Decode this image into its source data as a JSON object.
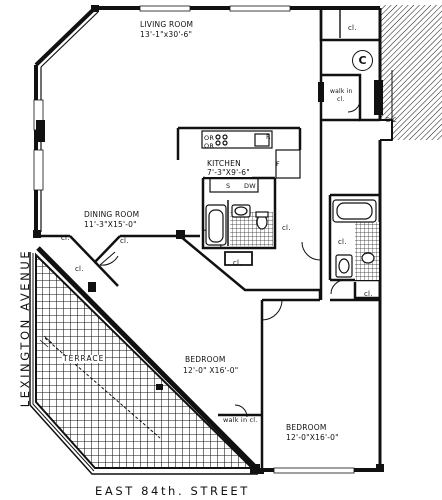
{
  "rooms": {
    "living_room": {
      "name": "LIVING ROOM",
      "dims": "13'-1\"x30'-6\""
    },
    "kitchen": {
      "name": "KITCHEN",
      "dims": "7'-3\"X9'-6\""
    },
    "dining_room": {
      "name": "DINING ROOM",
      "dims": "11'-3\"X15'-0\""
    },
    "bedroom_1": {
      "name": "BEDROOM",
      "dims": "12'-0\" X16'-0\""
    },
    "bedroom_2": {
      "name": "BEDROOM",
      "dims": "12'-0\"X16'-0\""
    },
    "terrace": {
      "name": "TERRACE"
    }
  },
  "labels": {
    "closet": "cl.",
    "walk_in_closet_a": "walk in",
    "walk_in_closet_b": "cl.",
    "walk_in_closet_2": "walk in cl.",
    "or": "OR",
    "dw": "DW",
    "r": "R",
    "s": "S",
    "f": "F",
    "bc": "B.C",
    "compactor": "C"
  },
  "streets": {
    "bottom": "EAST   84th.   STREET",
    "left": "LEXINGTON   AVENUE"
  },
  "colors": {
    "ink": "#111111",
    "paper": "#ffffff"
  }
}
